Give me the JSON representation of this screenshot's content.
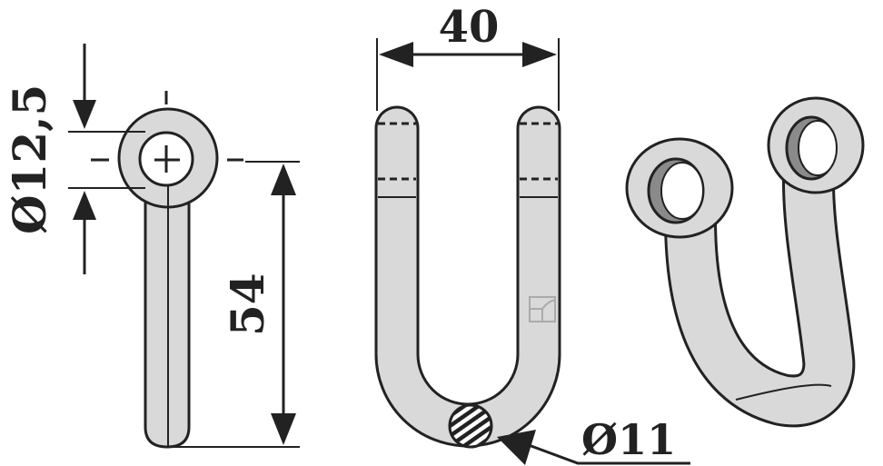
{
  "dimensions": {
    "eye_diameter": "Ø12,5",
    "width": "40",
    "length": "54",
    "wire_diameter": "Ø11"
  },
  "colors": {
    "part_fill": "#d9d9d9",
    "outline": "#222222",
    "hole_shade": "#8a8a8a"
  }
}
